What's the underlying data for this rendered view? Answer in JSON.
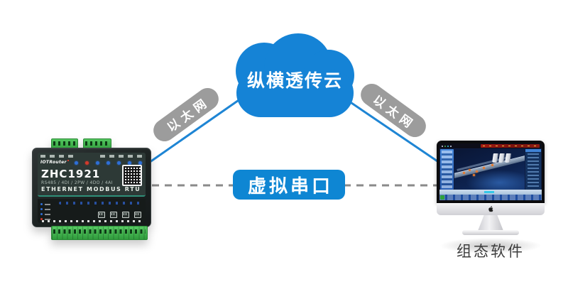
{
  "cloud": {
    "label": "纵横透传云"
  },
  "connections": {
    "ethernet_left": {
      "label": "以太网",
      "style": "solid-blue"
    },
    "ethernet_right": {
      "label": "以太网",
      "style": "solid-blue"
    },
    "virtual_serial": {
      "label": "虚拟串口",
      "style": "dashed-gray"
    }
  },
  "device": {
    "brand": "IOTRouter",
    "model": "ZHC1921",
    "specs": "RS485 / 4DI / 2PW / 4DO / 4AI",
    "protocol": "ETHERNET MODBUS RTU"
  },
  "computer": {
    "caption": "组态软件"
  },
  "icons": {
    "cloud": "cloud-shape-icon",
    "qr": "qr-code-icon",
    "apple": "apple-logo-icon",
    "leds": "status-led-icons"
  },
  "colors": {
    "cloud_blue": "#1583d6",
    "link_blue": "#1e85d4",
    "pill_gray": "#9c9c9c",
    "serial_label_blue": "#0e86d3",
    "dashed_gray": "#8a8a8a",
    "terminal_green": "#3db34a",
    "device_body": "#22282a"
  }
}
